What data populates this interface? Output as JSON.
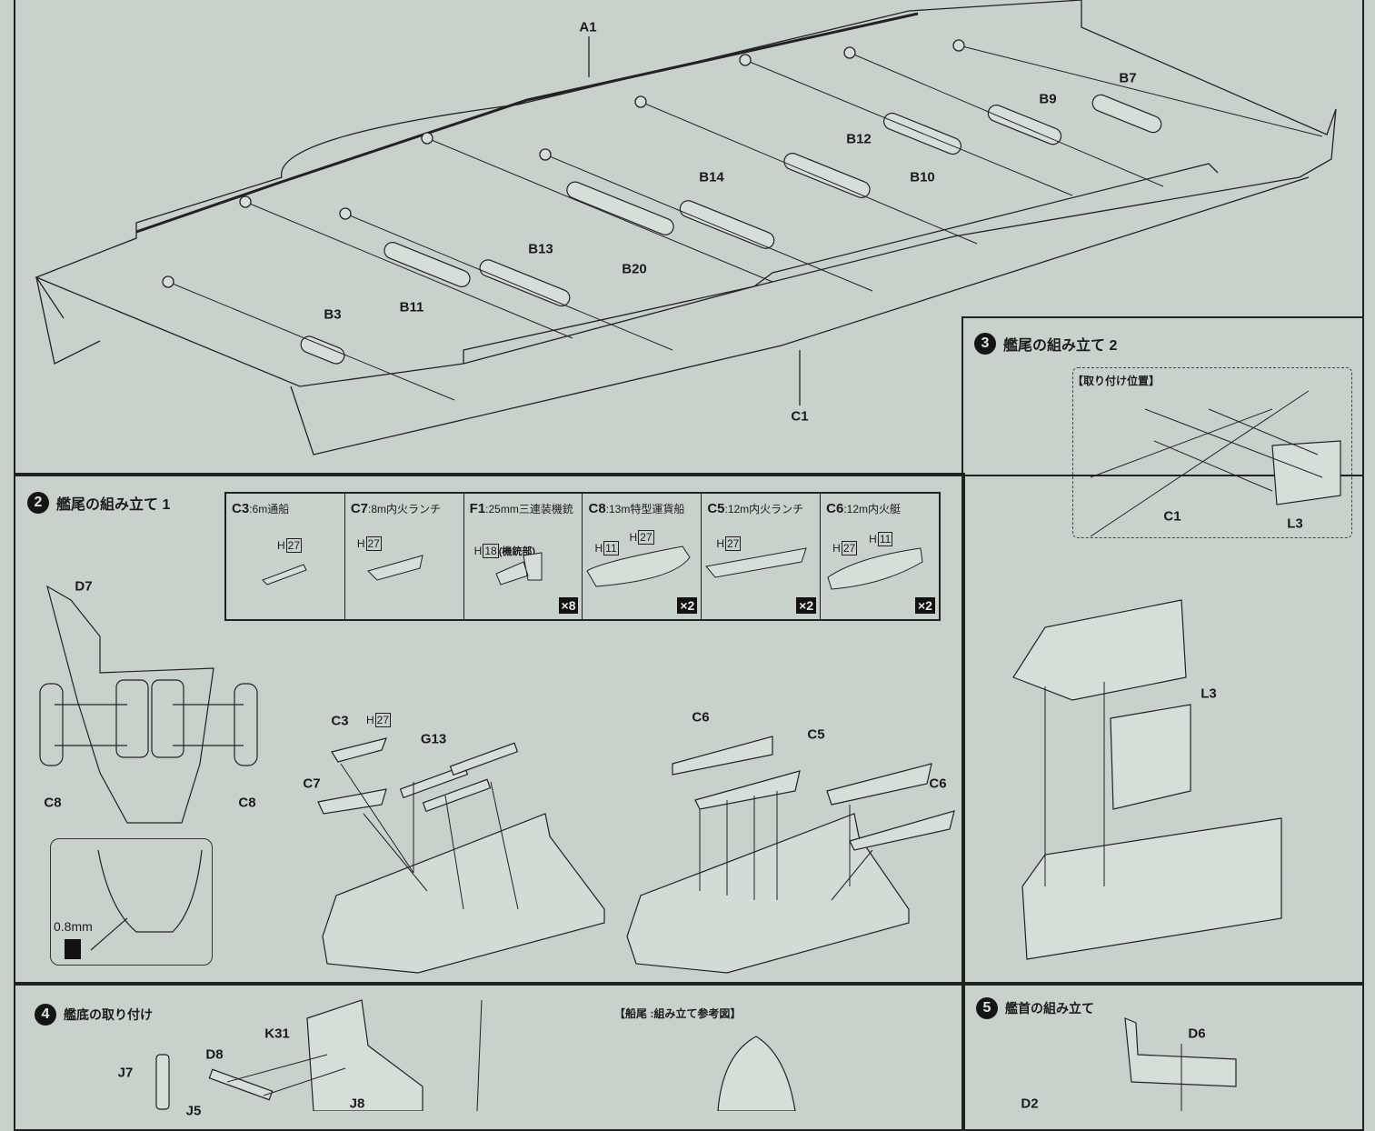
{
  "step1": {
    "labels": [
      "A1",
      "B7",
      "B9",
      "B12",
      "B10",
      "B14",
      "B20",
      "B13",
      "B11",
      "B3",
      "C1"
    ]
  },
  "step2": {
    "number": "2",
    "title": "艦尾の組み立て 1",
    "parts_table": [
      {
        "part": "C3",
        "desc": ":6m通船",
        "h": [
          "27"
        ],
        "h_extra": "",
        "qty": ""
      },
      {
        "part": "C7",
        "desc": ":8m内火ランチ",
        "h": [
          "27"
        ],
        "h_extra": "",
        "qty": ""
      },
      {
        "part": "F1",
        "desc": ":25mm三連装機銃",
        "h": [
          "18"
        ],
        "h_extra": "(機銃部)",
        "qty": "×8"
      },
      {
        "part": "C8",
        "desc": ":13m特型運貨船",
        "h": [
          "11",
          "27"
        ],
        "h_extra": "",
        "qty": "×2"
      },
      {
        "part": "C5",
        "desc": ":12m内火ランチ",
        "h": [
          "27"
        ],
        "h_extra": "",
        "qty": "×2"
      },
      {
        "part": "C6",
        "desc": ":12m内火艇",
        "h": [
          "27",
          "11"
        ],
        "h_extra": "",
        "qty": "×2"
      }
    ],
    "h_prefix": "H",
    "labels": {
      "d7": "D7",
      "c8_left": "C8",
      "c8_right": "C8",
      "drill": "0.8mm",
      "c3": "C3",
      "c3_h": "27",
      "g13": "G13",
      "c7": "C7",
      "c6_top": "C6",
      "c5": "C5",
      "c6_right": "C6"
    }
  },
  "step3": {
    "number": "3",
    "title": "艦尾の組み立て 2",
    "inset_title": "【取り付け位置】",
    "labels": {
      "c1": "C1",
      "l3_inset": "L3",
      "l3": "L3"
    }
  },
  "step4": {
    "number": "4",
    "title": "艦底の取り付け",
    "reference_title": "【船尾 :組み立て参考図】",
    "labels": {
      "k31": "K31",
      "d8": "D8",
      "j7": "J7",
      "j8": "J8",
      "j5": "J5"
    }
  },
  "step5": {
    "number": "5",
    "title": "艦首の組み立て",
    "labels": {
      "d6": "D6",
      "d2": "D2"
    }
  },
  "colors": {
    "paper": "#c8d2cb",
    "ink": "#1a1c1b"
  }
}
